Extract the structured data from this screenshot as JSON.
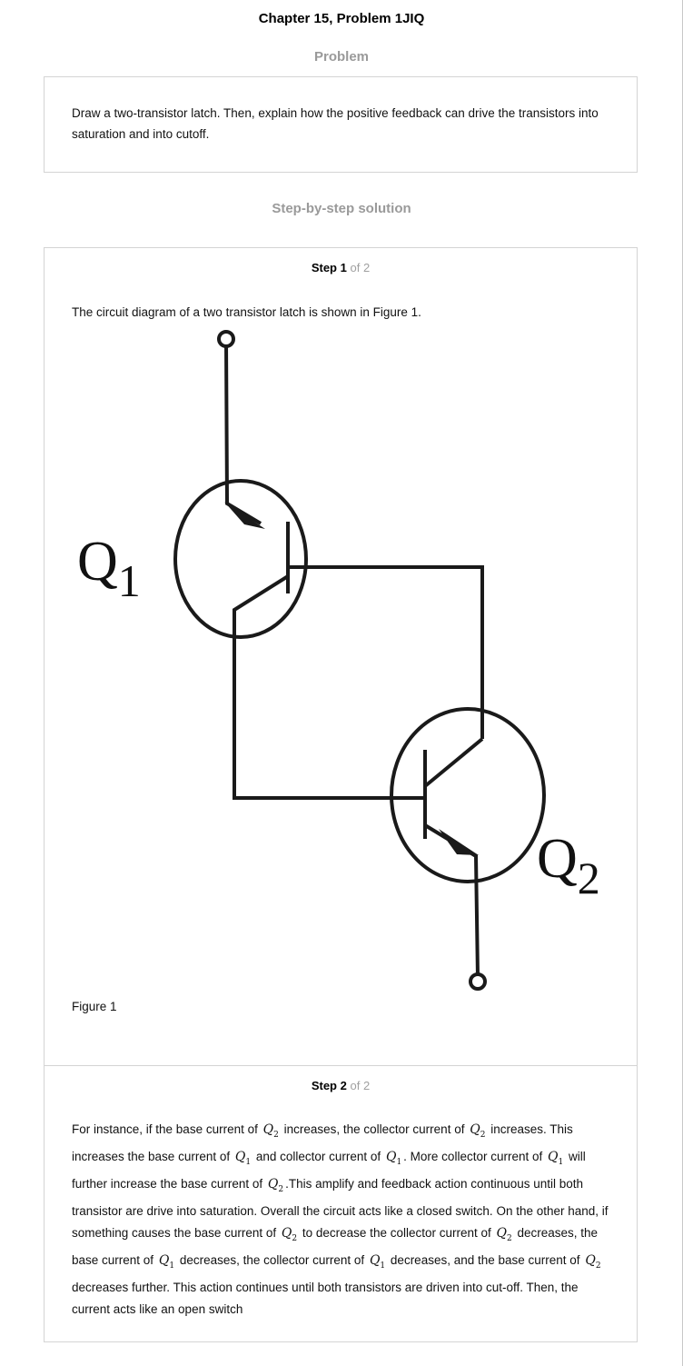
{
  "header": {
    "title": "Chapter 15, Problem 1JIQ"
  },
  "problem": {
    "heading": "Problem",
    "text": "Draw a two-transistor latch. Then, explain how the positive feedback can drive the transistors into saturation and into cutoff."
  },
  "solution": {
    "heading": "Step-by-step solution",
    "of_prefix": "of",
    "steps": [
      {
        "label": "Step 1",
        "total": "2",
        "text": "The circuit diagram of a two transistor latch is shown in Figure 1.",
        "figure": {
          "caption": "Figure 1",
          "q1_label": "Q",
          "q1_sub": "1",
          "q2_label": "Q",
          "q2_sub": "2"
        }
      },
      {
        "label": "Step 2",
        "total": "2",
        "segments": {
          "s1": "For instance, if the base current of",
          "s2": "increases, the collector current of",
          "s3": "increases. This increases the base current of",
          "s4": "and collector current of",
          "s5": ". More collector current of",
          "s6": "will further increase the base current of",
          "s7": ".This amplify and feedback action continuous until both transistor are drive into saturation. Overall the circuit acts like a closed switch. On the other hand, if something causes the base current of",
          "s8": "to decrease the collector current of",
          "s9": "decreases, the base current of",
          "s10": "decreases, the collector current of",
          "s11": "decreases, and the base current of",
          "s12": "decreases further. This action continues until both transistors are driven into cut-off. Then, the current acts like an open switch"
        },
        "symbols": {
          "q": "Q",
          "one": "1",
          "two": "2"
        }
      }
    ]
  }
}
